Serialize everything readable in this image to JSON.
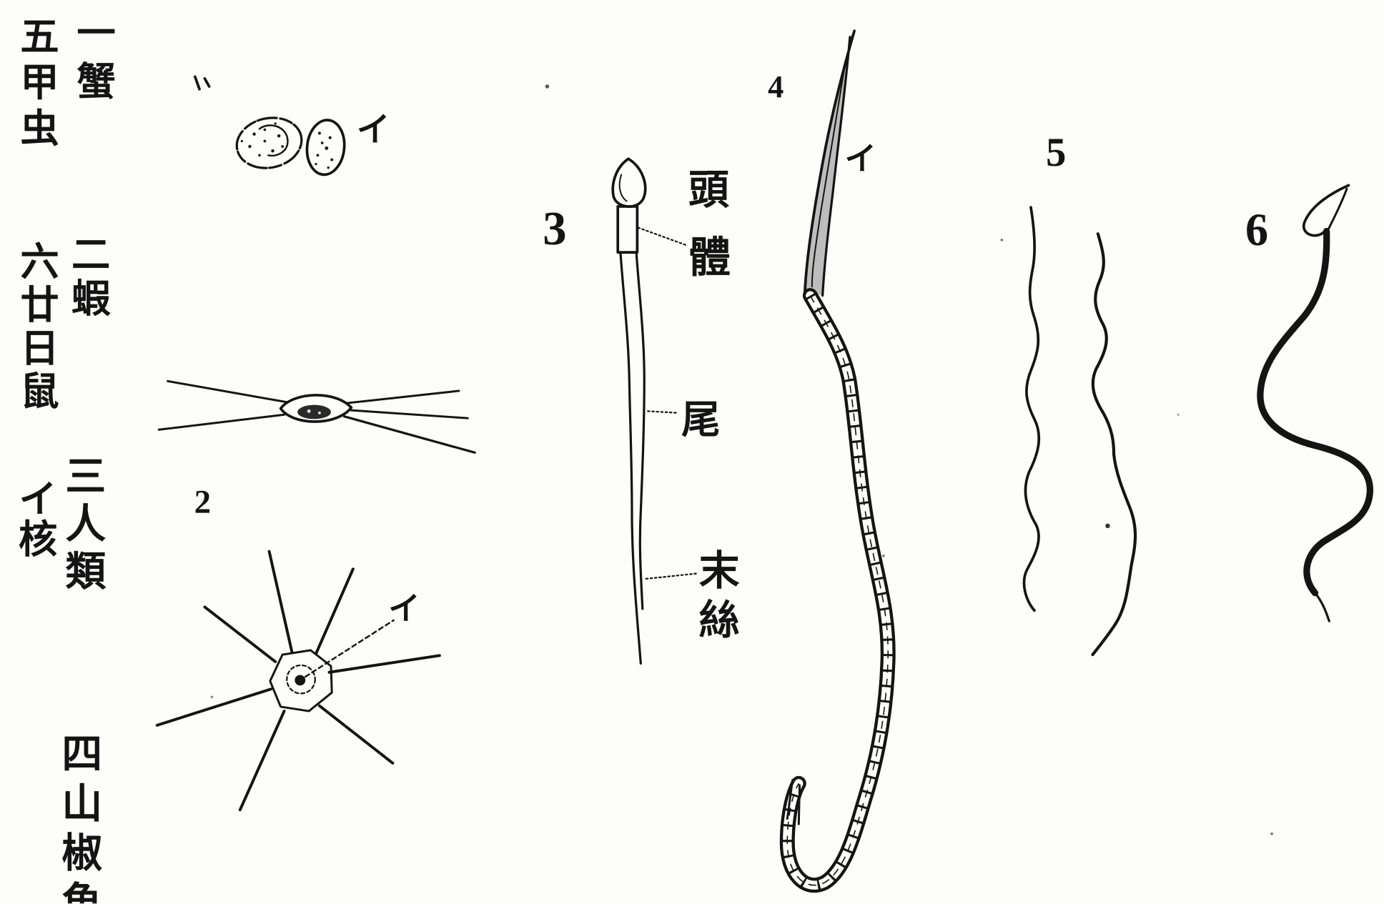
{
  "species_columns": [
    {
      "number": "一",
      "name": "蟹"
    },
    {
      "number": "二",
      "name": "蝦"
    },
    {
      "number": "三",
      "name": "人類"
    },
    {
      "number": "四",
      "name": "山椒魚"
    },
    {
      "number": "五",
      "name": "甲虫"
    },
    {
      "number": "六",
      "name": "廿日鼠"
    }
  ],
  "nucleus_key": {
    "mark": "イ",
    "term": "核"
  },
  "figures": {
    "fig1": {
      "mark": "イ"
    },
    "fig2": {
      "number": "2",
      "mark": "イ"
    },
    "fig3": {
      "number": "3",
      "parts": {
        "head": "頭",
        "body": "體",
        "tail": "尾",
        "end_filament": "末絲"
      }
    },
    "fig4": {
      "number": "4",
      "mark": "イ"
    },
    "fig5": {
      "number": "5"
    },
    "fig6": {
      "number": "6"
    }
  },
  "colors": {
    "ink": "#141414",
    "paper": "#fdfdfc"
  }
}
